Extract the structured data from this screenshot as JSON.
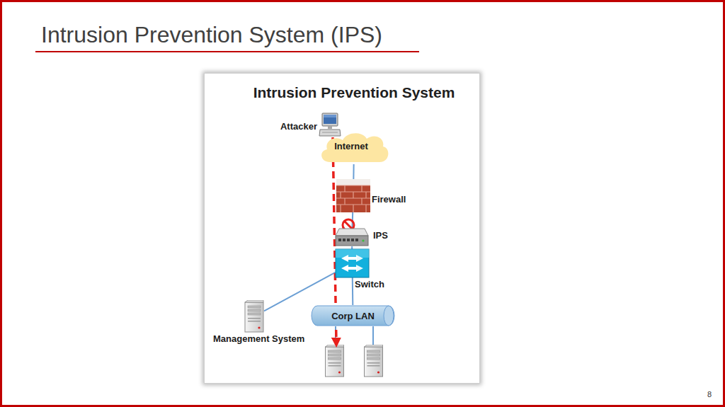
{
  "diagram": {
    "title": "Intrusion Prevention System (IPS)",
    "nodes": [
      {
        "text": [
          "Attacker"
        ]
      },
      {
        "text": [
          "Internet"
        ]
      },
      {
        "text": [
          "Firewall"
        ]
      },
      {
        "text": [
          "IPS"
        ]
      },
      {
        "text": [
          "Switch"
        ]
      },
      {
        "text": [
          "Management System"
        ]
      },
      {
        "text": [
          "Corp LAN"
        ]
      }
    ],
    "edges": [
      {
        "from": 1,
        "to": 2,
        "arrow": "none"
      },
      {
        "from": 2,
        "to": 3,
        "arrow": "none"
      },
      {
        "from": 3,
        "to": 4,
        "arrow": "none"
      },
      {
        "from": 4,
        "to": 5,
        "arrow": "none"
      },
      {
        "from": 4,
        "to": 6,
        "arrow": "none"
      }
    ],
    "labels": [
      "Intrusion Prevention System",
      "8"
    ]
  }
}
